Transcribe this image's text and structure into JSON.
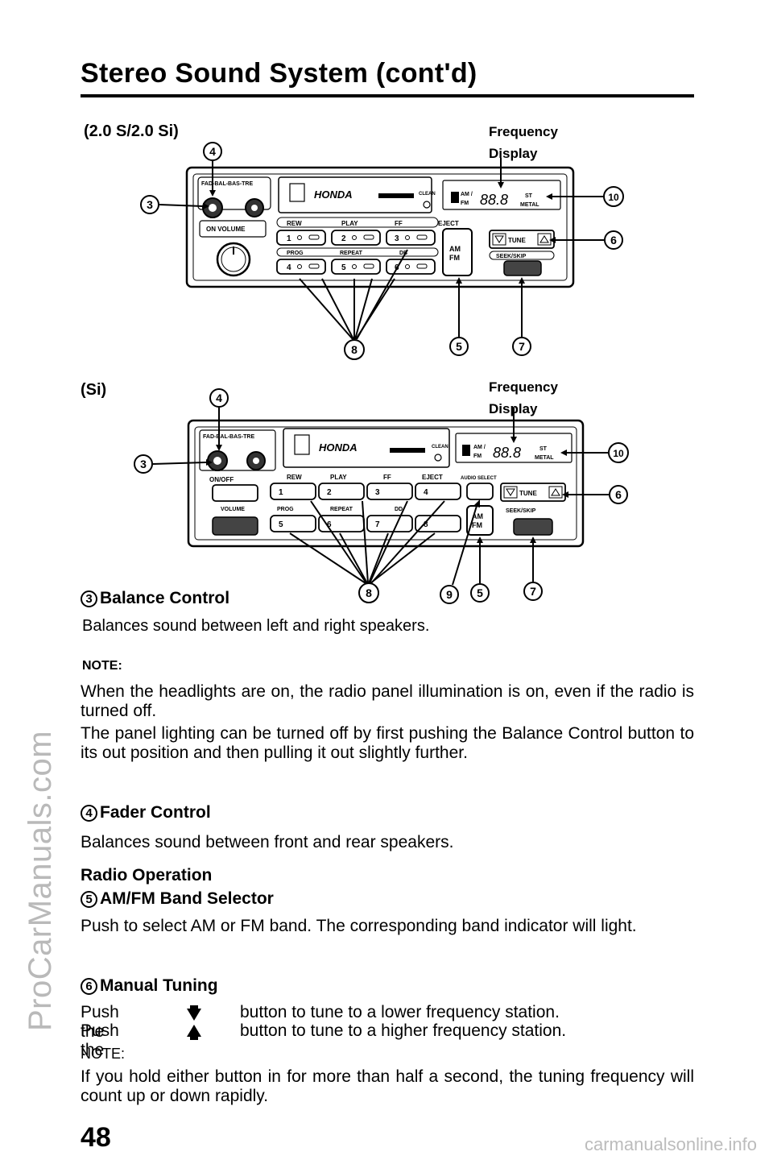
{
  "watermark_side": "ProCarManuals.com",
  "watermark_footer": "carmanualsonline.info",
  "page_title": "Stereo Sound System (cont'd)",
  "figure1": {
    "model_label": "(2.0 S/2.0 Si)",
    "freq_line1": "Frequency",
    "freq_line2": "Display",
    "callouts": {
      "c3": "3",
      "c4": "4",
      "c5": "5",
      "c6": "6",
      "c7": "7",
      "c8": "8",
      "c10": "10"
    },
    "panel": {
      "brand": "HONDA",
      "clean": "CLEAN",
      "knob_label": "FAD-BAL-BAS-TRE",
      "on_volume": "ON  VOLUME",
      "rew": "REW",
      "play": "PLAY",
      "ff": "FF",
      "eject": "EJECT",
      "prog": "PROG",
      "repeat": "REPEAT",
      "db": "DB",
      "am": "AM",
      "fm": "FM",
      "tune": "TUNE",
      "seek": "SEEK/SKIP",
      "disp_am": "AM /",
      "disp_fm": "FM",
      "disp_digits": "88.8",
      "disp_st": "ST",
      "disp_metal": "METAL",
      "presets_top": [
        "1",
        "2",
        "3"
      ],
      "presets_bottom": [
        "4",
        "5",
        "6"
      ]
    }
  },
  "figure2": {
    "model_label": "(Si)",
    "freq_line1": "Frequency",
    "freq_line2": "Display",
    "callouts": {
      "c3": "3",
      "c4": "4",
      "c5": "5",
      "c6": "6",
      "c7": "7",
      "c8": "8",
      "c9": "9",
      "c10": "10"
    },
    "panel": {
      "brand": "HONDA",
      "clean": "CLEAN",
      "knob_label": "FAD-BAL-BAS-TRE",
      "on_off": "ON/OFF",
      "volume": "VOLUME",
      "rew": "REW",
      "play": "PLAY",
      "ff": "FF",
      "eject": "EJECT",
      "audio": "AUDIO SELECT",
      "prog": "PROG",
      "repeat": "REPEAT",
      "db": "DD",
      "am": "AM",
      "fm": "FM",
      "tune": "TUNE",
      "seek": "SEEK/SKIP",
      "disp_am": "AM /",
      "disp_fm": "FM",
      "disp_digits": "88.8",
      "disp_st": "ST",
      "disp_metal": "METAL",
      "presets_top": [
        "1",
        "2",
        "3",
        "4"
      ],
      "presets_bottom": [
        "5",
        "6",
        "7",
        "8"
      ]
    }
  },
  "sections": {
    "balance": {
      "num": "3",
      "heading": "Balance Control",
      "body": "Balances sound between left and right speakers.",
      "note_label": "NOTE:",
      "note_p1": "When the headlights are on, the radio panel illumination is on, even if the radio is turned off.",
      "note_p2": "The panel lighting can be turned off by first pushing the Balance Control button to its out position and then pulling it out slightly further."
    },
    "fader": {
      "num": "4",
      "heading": "Fader Control",
      "body": "Balances sound between front and rear speakers."
    },
    "radio": {
      "heading": "Radio Operation",
      "num": "5",
      "sub_heading": "AM/FM Band Selector",
      "body": "Push to select AM or FM band. The corresponding band indicator will light."
    },
    "manual": {
      "num": "6",
      "heading": "Manual Tuning",
      "line1_lead": "Push the",
      "line1_rest": "button to tune to a lower frequency station.",
      "line2_lead": "Push the",
      "line2_rest": "button to tune to a higher frequency station.",
      "note_label": "NOTE:",
      "note": "If you hold either button in for more than half a second, the tuning frequency will count up or down rapidly."
    }
  },
  "page_number": "48"
}
